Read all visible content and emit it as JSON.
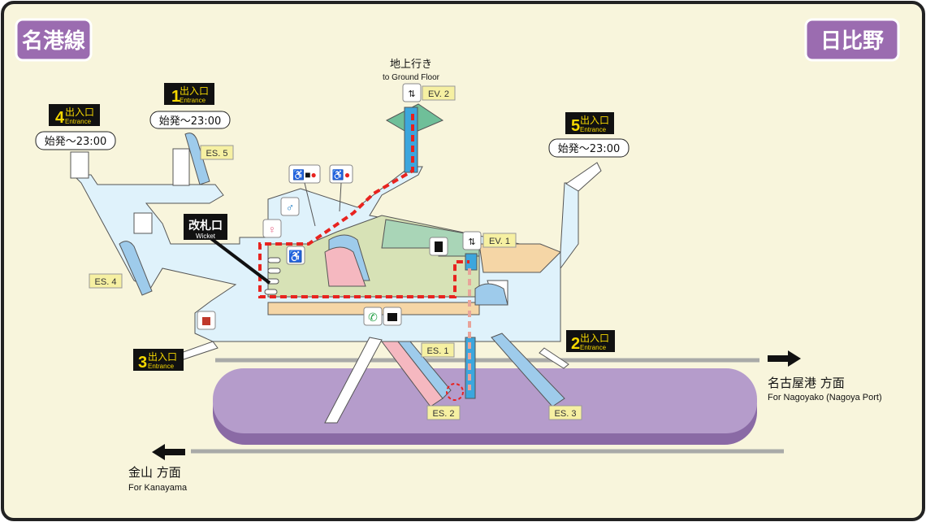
{
  "line_badge": "名港線",
  "station_badge": "日比野",
  "ground_floor": {
    "jp": "地上行き",
    "en": "to Ground Floor"
  },
  "wicket": {
    "jp": "改札口",
    "en": "Wicket"
  },
  "entrances": [
    {
      "num": "1",
      "jp": "出入口",
      "en": "Entrance",
      "hours": "始発～23:00"
    },
    {
      "num": "2",
      "jp": "出入口",
      "en": "Entrance"
    },
    {
      "num": "3",
      "jp": "出入口",
      "en": "Entrance"
    },
    {
      "num": "4",
      "jp": "出入口",
      "en": "Entrance",
      "hours": "始発～23:00"
    },
    {
      "num": "5",
      "jp": "出入口",
      "en": "Entrance",
      "hours": "始発～23:00"
    }
  ],
  "equipment": {
    "es1": "ES. 1",
    "es2": "ES. 2",
    "es3": "ES. 3",
    "es4": "ES. 4",
    "es5": "ES. 5",
    "ev1": "EV. 1",
    "ev2": "EV. 2"
  },
  "directions": {
    "right": {
      "jp": "名古屋港 方面",
      "en": "For Nagoyako (Nagoya Port)"
    },
    "left": {
      "jp": "金山 方面",
      "en": "For Kanayama"
    }
  },
  "colors": {
    "badge": "#9b6cb0",
    "platform": "#b59ccb",
    "concourse": "#dff2fb",
    "route": "#e8231f",
    "background": "#f8f5dc"
  }
}
